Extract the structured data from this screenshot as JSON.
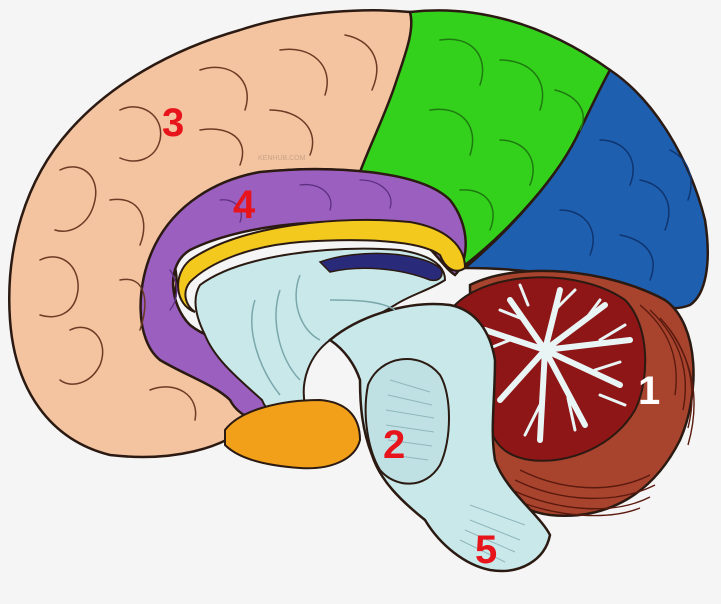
{
  "labels": {
    "cerebellum": "1",
    "pons": "2",
    "frontal_lobe": "3",
    "cingulate_gyrus": "4",
    "medulla": "5"
  },
  "colors": {
    "background": "#f5f5f5",
    "frontal": "#f4c3a0",
    "parietal": "#34d11c",
    "occipital": "#1f5fb0",
    "cingulate": "#9b5fc0",
    "corpus_callosum": "#f3c91e",
    "brainstem": "#c9e8ea",
    "cerebellum_core": "#8e1616",
    "cerebellum_folia": "#a8432e",
    "hypothalamus": "#f2a019",
    "fornix": "#2a2a7a",
    "outline": "#2b1a12",
    "label_red": "#e8141b",
    "label_white": "#ffffff"
  },
  "watermark": "KENHUB.COM"
}
